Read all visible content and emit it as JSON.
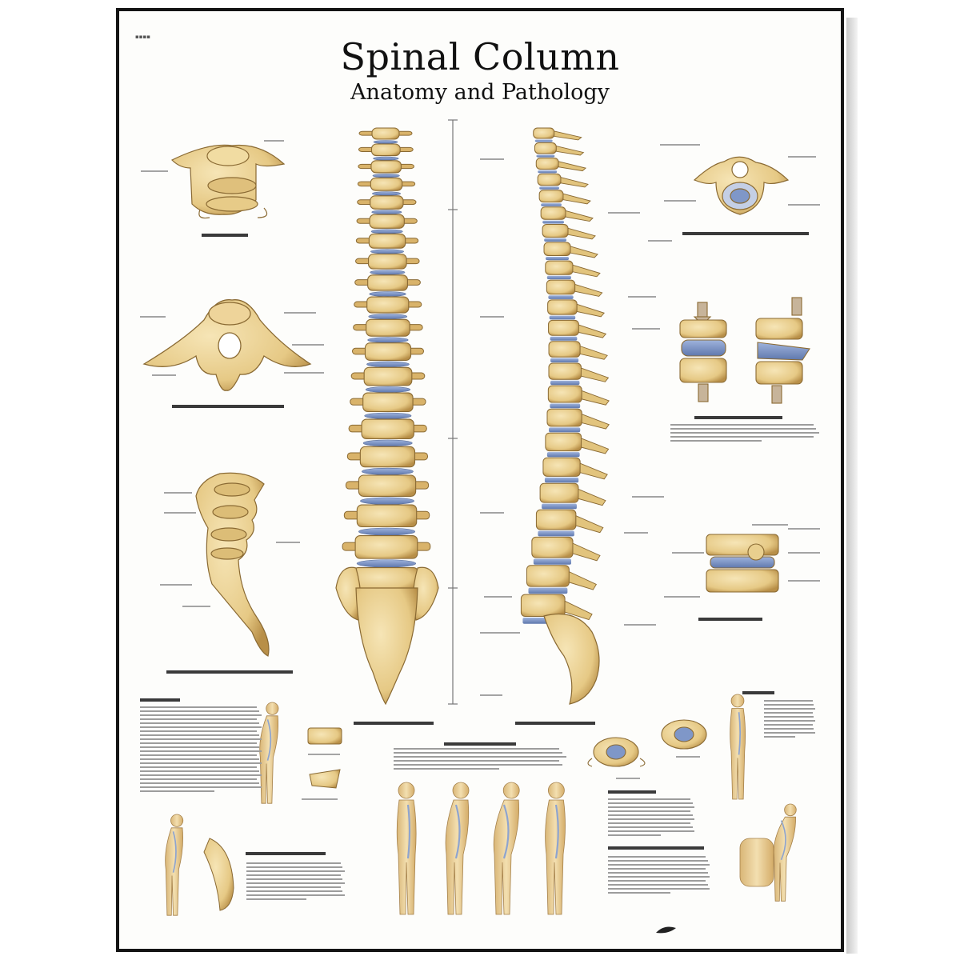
{
  "poster": {
    "title": "Spinal Column",
    "subtitle": "Anatomy and Pathology"
  },
  "colors": {
    "bone": "#e9cf8e",
    "bone_shade": "#c9a45c",
    "bone_outline": "#8a6a33",
    "disc": "#7f97c8",
    "skin": "#efd8a6",
    "frame": "#141414"
  },
  "icons": [
    "vertebra-illustration",
    "spine-front-illustration",
    "spine-side-illustration",
    "human-figure-illustration"
  ]
}
